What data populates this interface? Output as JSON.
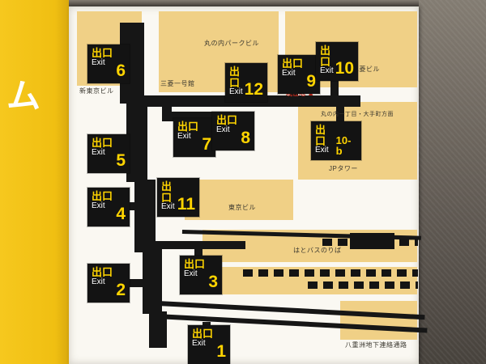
{
  "colors": {
    "sign_yellow": "#f2c11c",
    "panel_white": "#faf8f2",
    "building_tan": "#f0d086",
    "corridor_black": "#161616",
    "exit_yellow": "#ffd400",
    "exit_white": "#ffffff",
    "marker_red": "#cb2b1d",
    "wall_gray": "#6b645c"
  },
  "side_text": "ム",
  "exit_word_jp": "出口",
  "exit_word_en": "Exit",
  "exits": [
    {
      "number": "6"
    },
    {
      "number": "12"
    },
    {
      "number": "9"
    },
    {
      "number": "10"
    },
    {
      "number": "5"
    },
    {
      "number": "7"
    },
    {
      "number": "8"
    },
    {
      "number": "10-b"
    },
    {
      "number": "4"
    },
    {
      "number": "11"
    },
    {
      "number": "2"
    },
    {
      "number": "3"
    },
    {
      "number": "1"
    }
  ],
  "labels": {
    "marunouchi_park": "丸の内パークビル",
    "mitsubishi_ichigokan": "三菱一号館",
    "mitsubishi_bldg": "三菱ビル",
    "shin_tokyo_bldg": "新東京ビル",
    "current_location": "現在地",
    "current_marker": "▲",
    "direction": "丸の内一丁目・大手町方面",
    "jp_tower": "JPタワー",
    "tokyo_bldg": "東京ビル",
    "hato_bus": "はとバスのりば",
    "yaesu": "八重洲地下連絡通路"
  }
}
